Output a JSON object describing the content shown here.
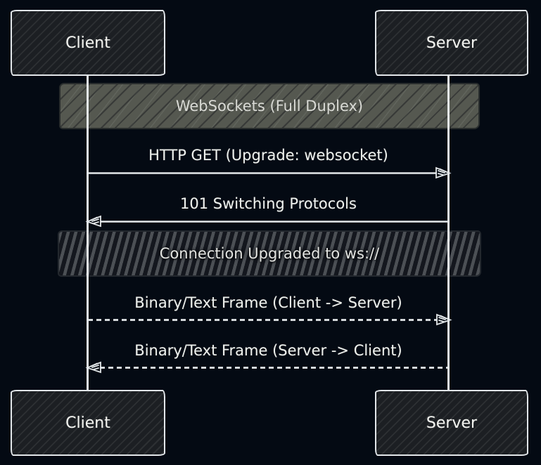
{
  "diagram_type": "sequence",
  "colors": {
    "background": "#040a13",
    "actor_fill": "#1c1f23",
    "actor_border": "#e2e6e9",
    "banner_fill": "#555850",
    "note_stripe_light": "#4c5055",
    "note_stripe_dark": "#14171e",
    "line": "#e4e8ea",
    "text": "#eef0ec"
  },
  "actors": {
    "client": "Client",
    "server": "Server"
  },
  "banners": {
    "title": "WebSockets (Full Duplex)",
    "note": "Connection Upgraded to ws://"
  },
  "messages": [
    {
      "label": "HTTP GET (Upgrade: websocket)",
      "from": "Client",
      "to": "Server",
      "line": "solid"
    },
    {
      "label": "101 Switching Protocols",
      "from": "Server",
      "to": "Client",
      "line": "solid"
    },
    {
      "label": "Binary/Text Frame (Client -> Server)",
      "from": "Client",
      "to": "Server",
      "line": "dashed"
    },
    {
      "label": "Binary/Text Frame (Server -> Client)",
      "from": "Server",
      "to": "Client",
      "line": "dashed"
    }
  ]
}
